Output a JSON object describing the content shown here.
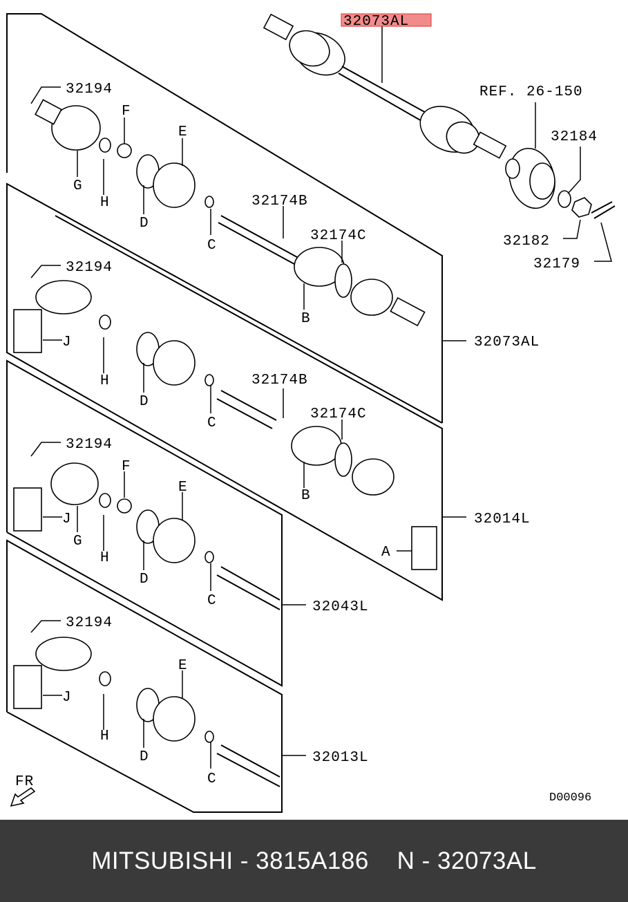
{
  "highlight": {
    "part_number": "32073AL",
    "color": "#f28b8b"
  },
  "labels": {
    "ref": "REF. 26-150",
    "p32184": "32184",
    "p32182": "32182",
    "p32179": "32179",
    "p32194": "32194",
    "p32174b": "32174B",
    "p32174c": "32174C",
    "p32073al": "32073AL",
    "p32014l": "32014L",
    "p32043l": "32043L",
    "p32013l": "32013L",
    "a": "A",
    "b": "B",
    "c": "C",
    "d": "D",
    "e": "E",
    "f": "F",
    "g": "G",
    "h": "H",
    "j": "J",
    "fr": "FR",
    "diagram_code": "D00096"
  },
  "footer": {
    "text": "MITSUBISHI - 3815A186    N - 32073AL"
  },
  "icons": [
    "fr-arrow-icon"
  ]
}
